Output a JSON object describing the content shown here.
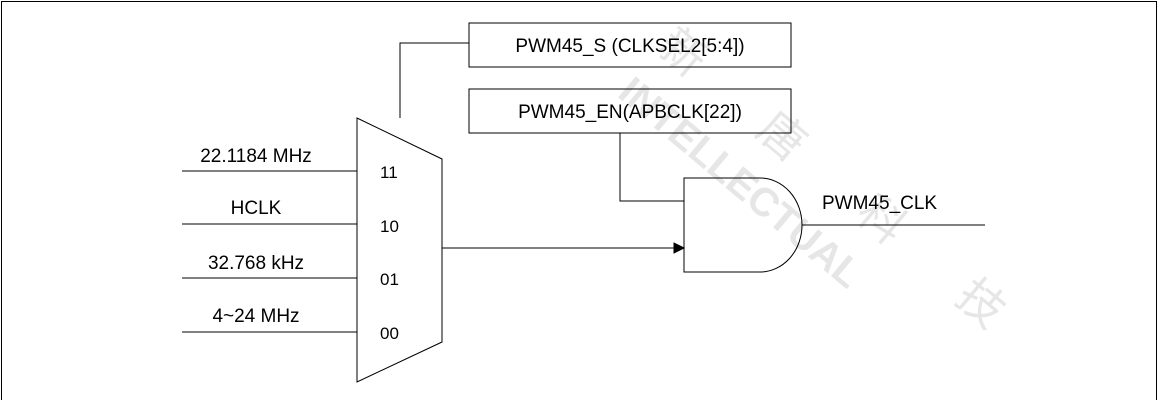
{
  "selector_box": "PWM45_S (CLKSEL2[5:4])",
  "enable_box": "PWM45_EN(APBCLK[22])",
  "output_label": "PWM45_CLK",
  "inputs": [
    "22.1184 MHz",
    "HCLK",
    "32.768 kHz",
    "4~24 MHz"
  ],
  "mux_ports": [
    "11",
    "10",
    "01",
    "00"
  ],
  "watermark_chars": [
    "新",
    "唐",
    "科",
    "技"
  ],
  "watermark_text": "INTELLECTUAL"
}
